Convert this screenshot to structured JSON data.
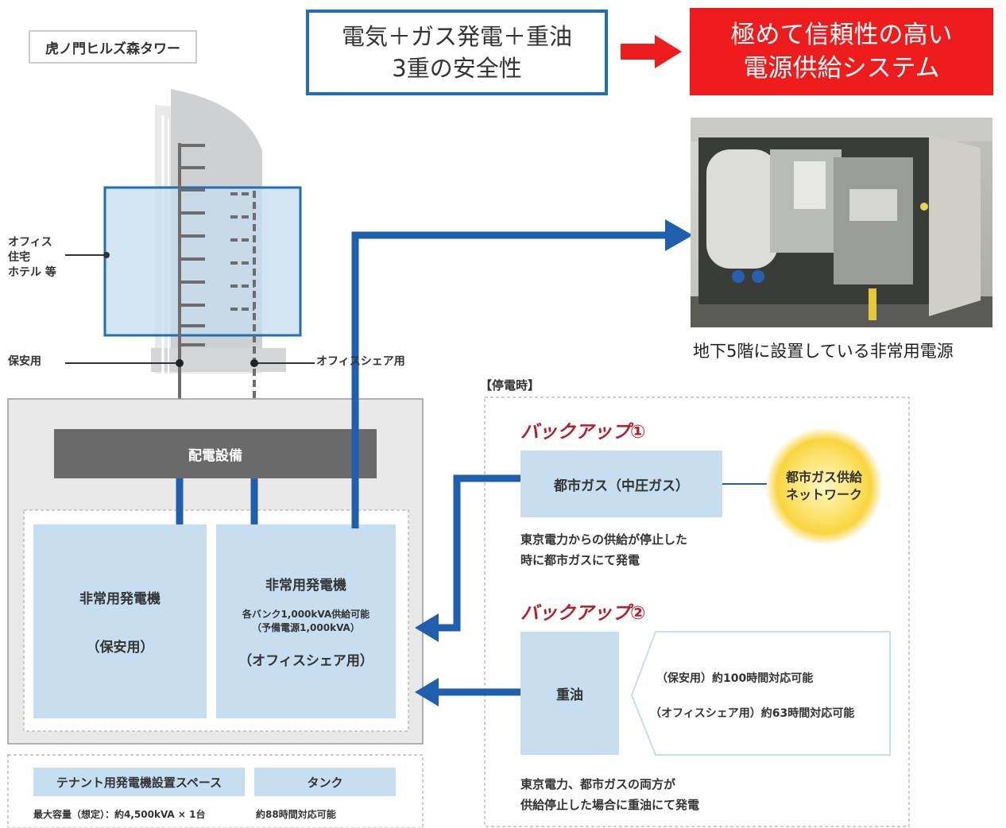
{
  "building": {
    "title": "虎ノ門ヒルズ森タワー",
    "usage_lines": [
      "オフィス",
      "住宅",
      "ホテル 等"
    ],
    "label_security": "保安用",
    "label_officeshare": "オフィスシェア用",
    "distribution": "配電設備"
  },
  "headline": {
    "safety_lines": [
      "電気＋ガス発電＋重油",
      "3重の安全性"
    ],
    "reliability_lines": [
      "極めて信頼性の高い",
      "電源供給システム"
    ]
  },
  "photo": {
    "caption": "地下5階に設置している非常用電源"
  },
  "generators": {
    "security": {
      "name": "非常用発電機",
      "sub": "（保安用）"
    },
    "office": {
      "name": "非常用発電機",
      "spec_lines": [
        "各バンク1,000kVA供給可能",
        "（予備電源1,000kVA）"
      ],
      "sub": "（オフィスシェア用）"
    }
  },
  "tenant": {
    "space_label": "テナント用発電機設置スペース",
    "tank_label": "タンク",
    "capacity_text": "最大容量（想定）：約4,500kVA × 1台",
    "tank_text": "約88時間対応可能"
  },
  "outage": {
    "header": "【停電時】",
    "backup1": {
      "title": "バックアップ①",
      "source": "都市ガス（中圧ガス）",
      "network_lines": [
        "都市ガス供給",
        "ネットワーク"
      ],
      "desc_lines": [
        "東京電力からの供給が停止した",
        "時に都市ガスにて発電"
      ]
    },
    "backup2": {
      "title": "バックアップ②",
      "source": "重油",
      "duration_security": "（保安用）約100時間対応可能",
      "duration_office": "（オフィスシェア用）約63時間対応可能",
      "desc_lines": [
        "東京電力、都市ガスの両方が",
        "供給停止した場合に重油にて発電"
      ]
    }
  },
  "colors": {
    "accent_blue": "#1f5fae",
    "alert_red": "#ee1c1c",
    "box_fill": "#c6deef",
    "backup_title": "#b3202a",
    "gas_glow": "#f8d02a"
  }
}
